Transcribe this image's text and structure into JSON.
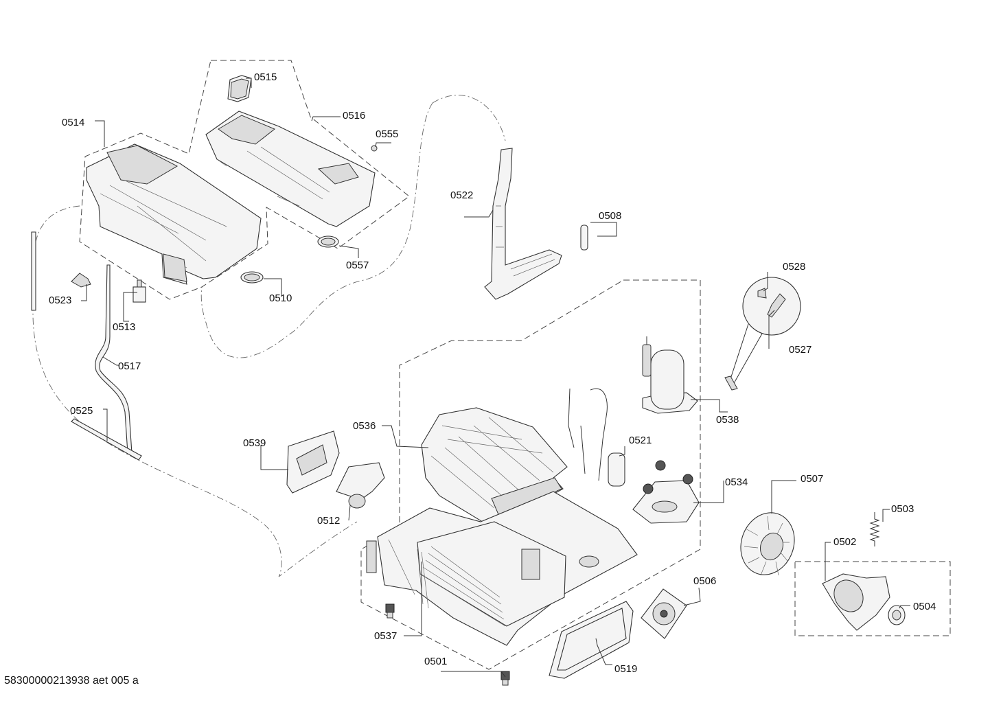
{
  "footer": {
    "drawing_id": "58300000213938 aet 005 a"
  },
  "parts": [
    {
      "id": "p0515",
      "label": "0515"
    },
    {
      "id": "p0516",
      "label": "0516"
    },
    {
      "id": "p0514",
      "label": "0514"
    },
    {
      "id": "p0555",
      "label": "0555"
    },
    {
      "id": "p0522",
      "label": "0522"
    },
    {
      "id": "p0508",
      "label": "0508"
    },
    {
      "id": "p0557",
      "label": "0557"
    },
    {
      "id": "p0528",
      "label": "0528"
    },
    {
      "id": "p0523",
      "label": "0523"
    },
    {
      "id": "p0510",
      "label": "0510"
    },
    {
      "id": "p0513",
      "label": "0513"
    },
    {
      "id": "p0527",
      "label": "0527"
    },
    {
      "id": "p0517",
      "label": "0517"
    },
    {
      "id": "p0525",
      "label": "0525"
    },
    {
      "id": "p0538",
      "label": "0538"
    },
    {
      "id": "p0536",
      "label": "0536"
    },
    {
      "id": "p0539",
      "label": "0539"
    },
    {
      "id": "p0521",
      "label": "0521"
    },
    {
      "id": "p0534",
      "label": "0534"
    },
    {
      "id": "p0507",
      "label": "0507"
    },
    {
      "id": "p0512",
      "label": "0512"
    },
    {
      "id": "p0503",
      "label": "0503"
    },
    {
      "id": "p0502",
      "label": "0502"
    },
    {
      "id": "p0506",
      "label": "0506"
    },
    {
      "id": "p0504",
      "label": "0504"
    },
    {
      "id": "p0537",
      "label": "0537"
    },
    {
      "id": "p0519",
      "label": "0519"
    },
    {
      "id": "p0501",
      "label": "0501"
    }
  ]
}
